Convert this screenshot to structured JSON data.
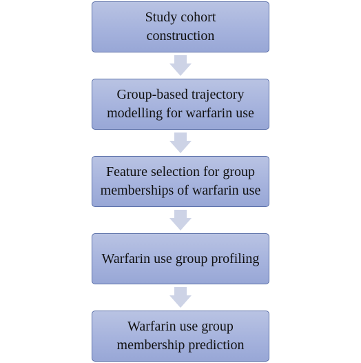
{
  "flowchart": {
    "steps": [
      {
        "label": "Study cohort\nconstruction"
      },
      {
        "label": "Group-based trajectory\nmodelling for warfarin use"
      },
      {
        "label": "Feature selection for group\nmemberships of warfarin use"
      },
      {
        "label": "Warfarin use group profiling"
      },
      {
        "label": "Warfarin use group\nmembership prediction"
      }
    ],
    "box_fill_color": "#a6b3dd",
    "box_border_color": "#5a6fa8",
    "arrow_color": "#cdd3e6"
  }
}
